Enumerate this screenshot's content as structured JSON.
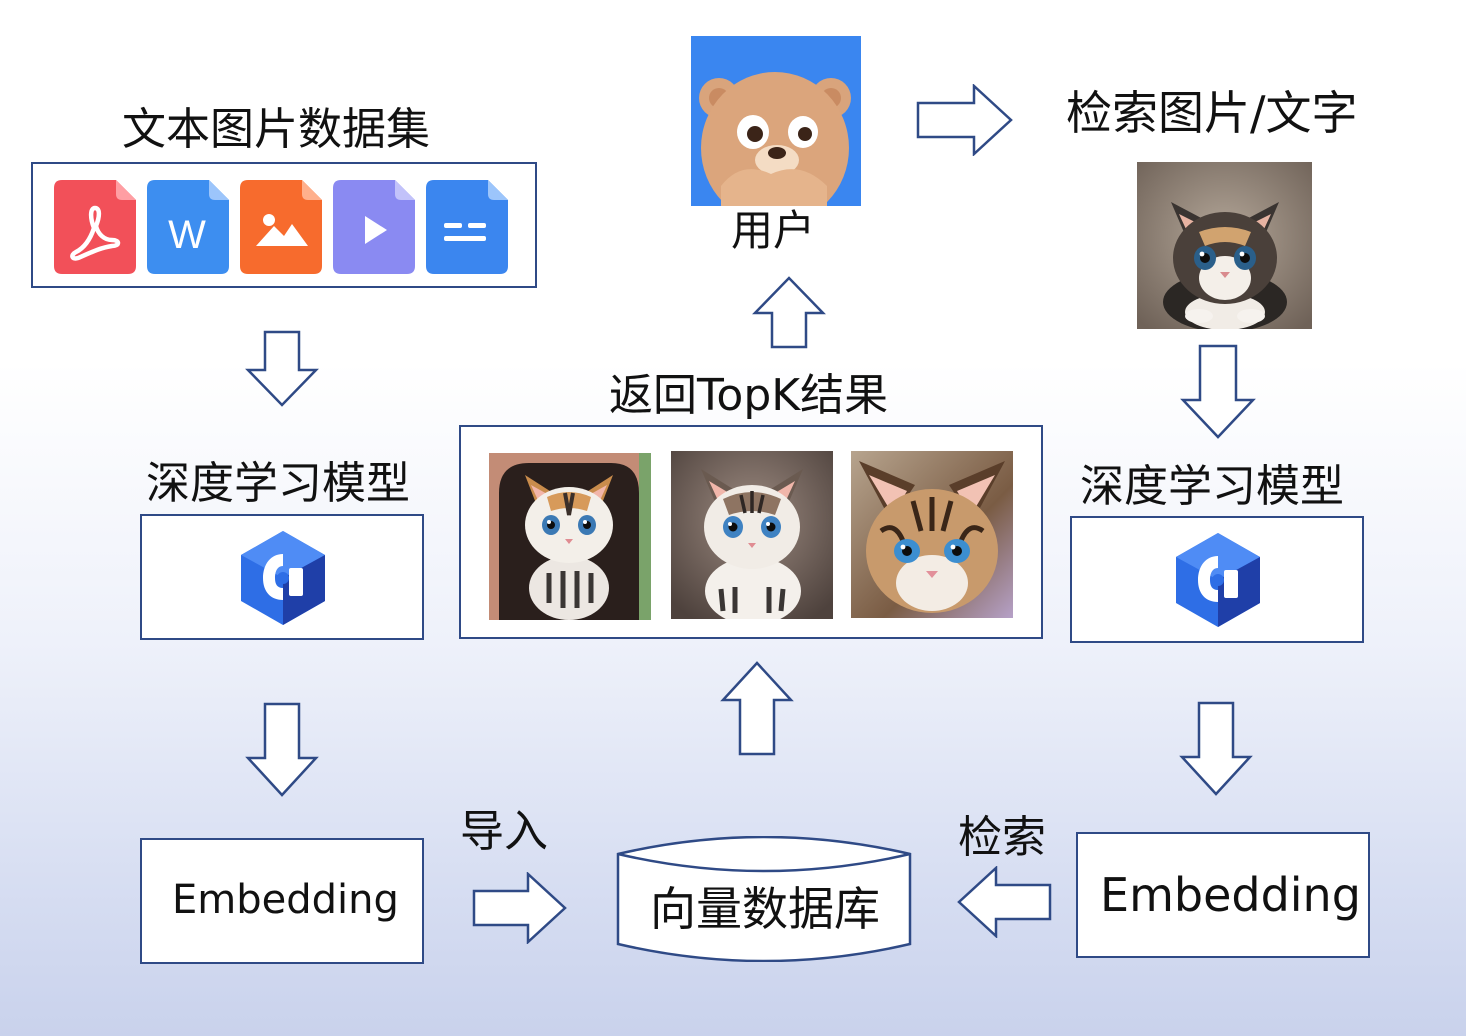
{
  "dataset": {
    "title": "文本图片数据集",
    "icons": [
      {
        "name": "pdf-file-icon",
        "color": "#f25059"
      },
      {
        "name": "word-file-icon",
        "color": "#3d8ef0",
        "glyph": "W"
      },
      {
        "name": "image-file-icon",
        "color": "#f76b2d"
      },
      {
        "name": "video-file-icon",
        "color": "#8a8af2"
      },
      {
        "name": "doc-file-icon",
        "color": "#3b86ef"
      }
    ]
  },
  "user": {
    "label": "用户"
  },
  "query": {
    "label": "检索图片/文字"
  },
  "results": {
    "title": "返回TopK结果"
  },
  "model_left": {
    "title": "深度学习模型"
  },
  "model_right": {
    "title": "深度学习模型"
  },
  "embedding_left": {
    "label": "Embedding"
  },
  "embedding_right": {
    "label": "Embedding"
  },
  "db": {
    "label": "向量数据库"
  },
  "edges": {
    "import_label": "导入",
    "search_label": "检索"
  },
  "colors": {
    "border": "#2f4a86",
    "brand_blue": "#2e6ee6",
    "brand_dark": "#1f3fa8"
  }
}
